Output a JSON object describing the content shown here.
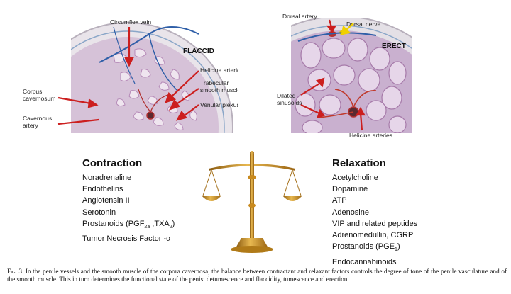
{
  "flaccid": {
    "title": "FLACCID",
    "labels": {
      "circumflex_vein": "Circumflex vein",
      "helicine_arteries": "Helicine arteries",
      "trabecular_line1": "Trabecular",
      "trabecular_line2": "smooth muscle",
      "venular_plexus": "Venular plexus",
      "corpus_line1": "Corpus",
      "corpus_line2": "cavernosum",
      "cavernous_line1": "Cavernous",
      "cavernous_line2": "artery"
    }
  },
  "erect": {
    "title": "ERECT",
    "labels": {
      "dorsal_artery": "Dorsal artery",
      "dorsal_nerve": "Dorsal nerve",
      "dilated_line1": "Dilated",
      "dilated_line2": "sinusoids",
      "helicine_arteries": "Helicine arteries"
    }
  },
  "contraction": {
    "heading": "Contraction",
    "items": [
      "Noradrenaline",
      "Endothelins",
      "Angiotensin II",
      "Serotonin",
      "Tumor Necrosis Factor -α"
    ],
    "prostanoids": {
      "prefix": "Prostanoids (PGF",
      "sub1": "2a",
      "mid": " ,TXA",
      "sub2": "2",
      "suffix": ")"
    }
  },
  "relaxation": {
    "heading": "Relaxation",
    "items": [
      "Acetylcholine",
      "Dopamine",
      "ATP",
      "Adenosine",
      "VIP and related peptides",
      "Adrenomedullin, CGRP",
      "Endocannabinoids"
    ],
    "prostanoids": {
      "prefix": "Prostanoids (PGE",
      "sub": "1",
      "suffix": ")"
    }
  },
  "caption": {
    "fig_label": "Fig. 3.",
    "text": "In the penile vessels and the smooth muscle of the corpora cavernosa, the balance between contractant and relaxant factors controls the degree of tone of the penile vasculature and of the smooth muscle. This in turn determines the functional state of the penis: detumescence and flaccidity, tumescence and erection."
  },
  "colors": {
    "arrow": "#cc1f1f",
    "tissue": "#c9b0cf",
    "sinus_fill": "#e6d6e9",
    "capsule": "#d9d3dc",
    "vein": "#2f5fa8",
    "scale_gold": "#c98a1e",
    "nerve": "#e0c400"
  }
}
